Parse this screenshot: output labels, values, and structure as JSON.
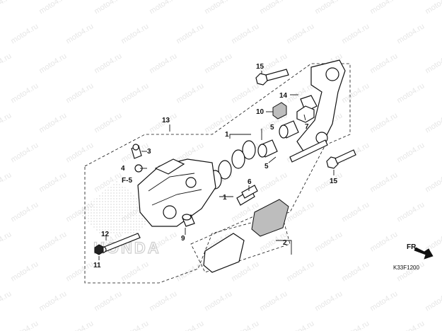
{
  "watermark": {
    "text": "moto4.ru"
  },
  "brand": {
    "text": "HONDA"
  },
  "diagram_code": "K33F1200",
  "front_arrow": {
    "label": "FR."
  },
  "callouts": {
    "c1a": "1",
    "c1b": "1",
    "c2": "2",
    "c3": "3",
    "c4": "4",
    "c5a": "5",
    "c5b": "5",
    "c6": "6",
    "c7": "7",
    "c9": "9",
    "c10": "10",
    "c11": "11",
    "c12": "12",
    "c13": "13",
    "c14": "14",
    "c15a": "15",
    "c15b": "15",
    "f5": "F-5"
  },
  "colors": {
    "ink": "#111111",
    "watermark": "#e6e6e6",
    "dots": "#cfcfcf"
  }
}
